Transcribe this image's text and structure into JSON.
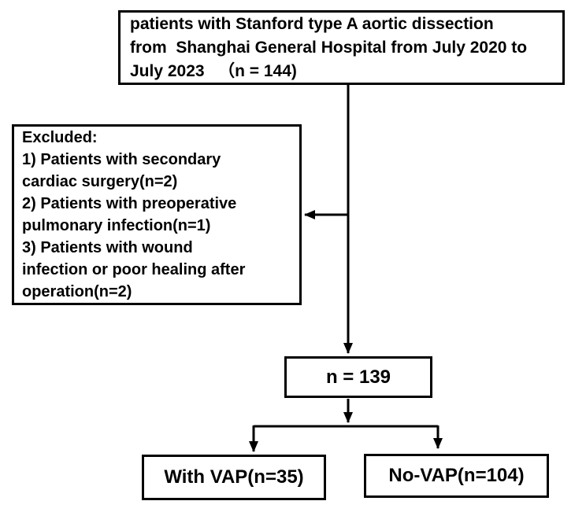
{
  "diagram": {
    "title_semantic": "Patient enrollment flowchart for Stanford type A aortic dissection VAP study",
    "boxes": {
      "top": {
        "text": "patients with Stanford type A aortic dissection\nfrom  Shanghai General Hospital from July 2020 to\nJuly 2023   （n = 144)",
        "n": 144
      },
      "excluded": {
        "text": "Excluded:\n1) Patients with secondary\ncardiac surgery(n=2)\n2) Patients with preoperative\npulmonary infection(n=1)\n3) Patients with wound\ninfection or poor healing after\noperation(n=2)",
        "reasons": [
          {
            "label": "Patients with secondary cardiac surgery",
            "n": 2
          },
          {
            "label": "Patients with preoperative pulmonary infection",
            "n": 1
          },
          {
            "label": "Patients with wound infection or poor healing after operation",
            "n": 2
          }
        ]
      },
      "enrolled": {
        "text": "n = 139",
        "n": 139
      },
      "vap": {
        "text": "With VAP(n=35)",
        "n": 35
      },
      "novap": {
        "text": "No-VAP(n=104)",
        "n": 104
      }
    },
    "colors": {
      "line": "#000000",
      "box_border": "#000000",
      "text": "#000000",
      "background": "#ffffff"
    }
  }
}
